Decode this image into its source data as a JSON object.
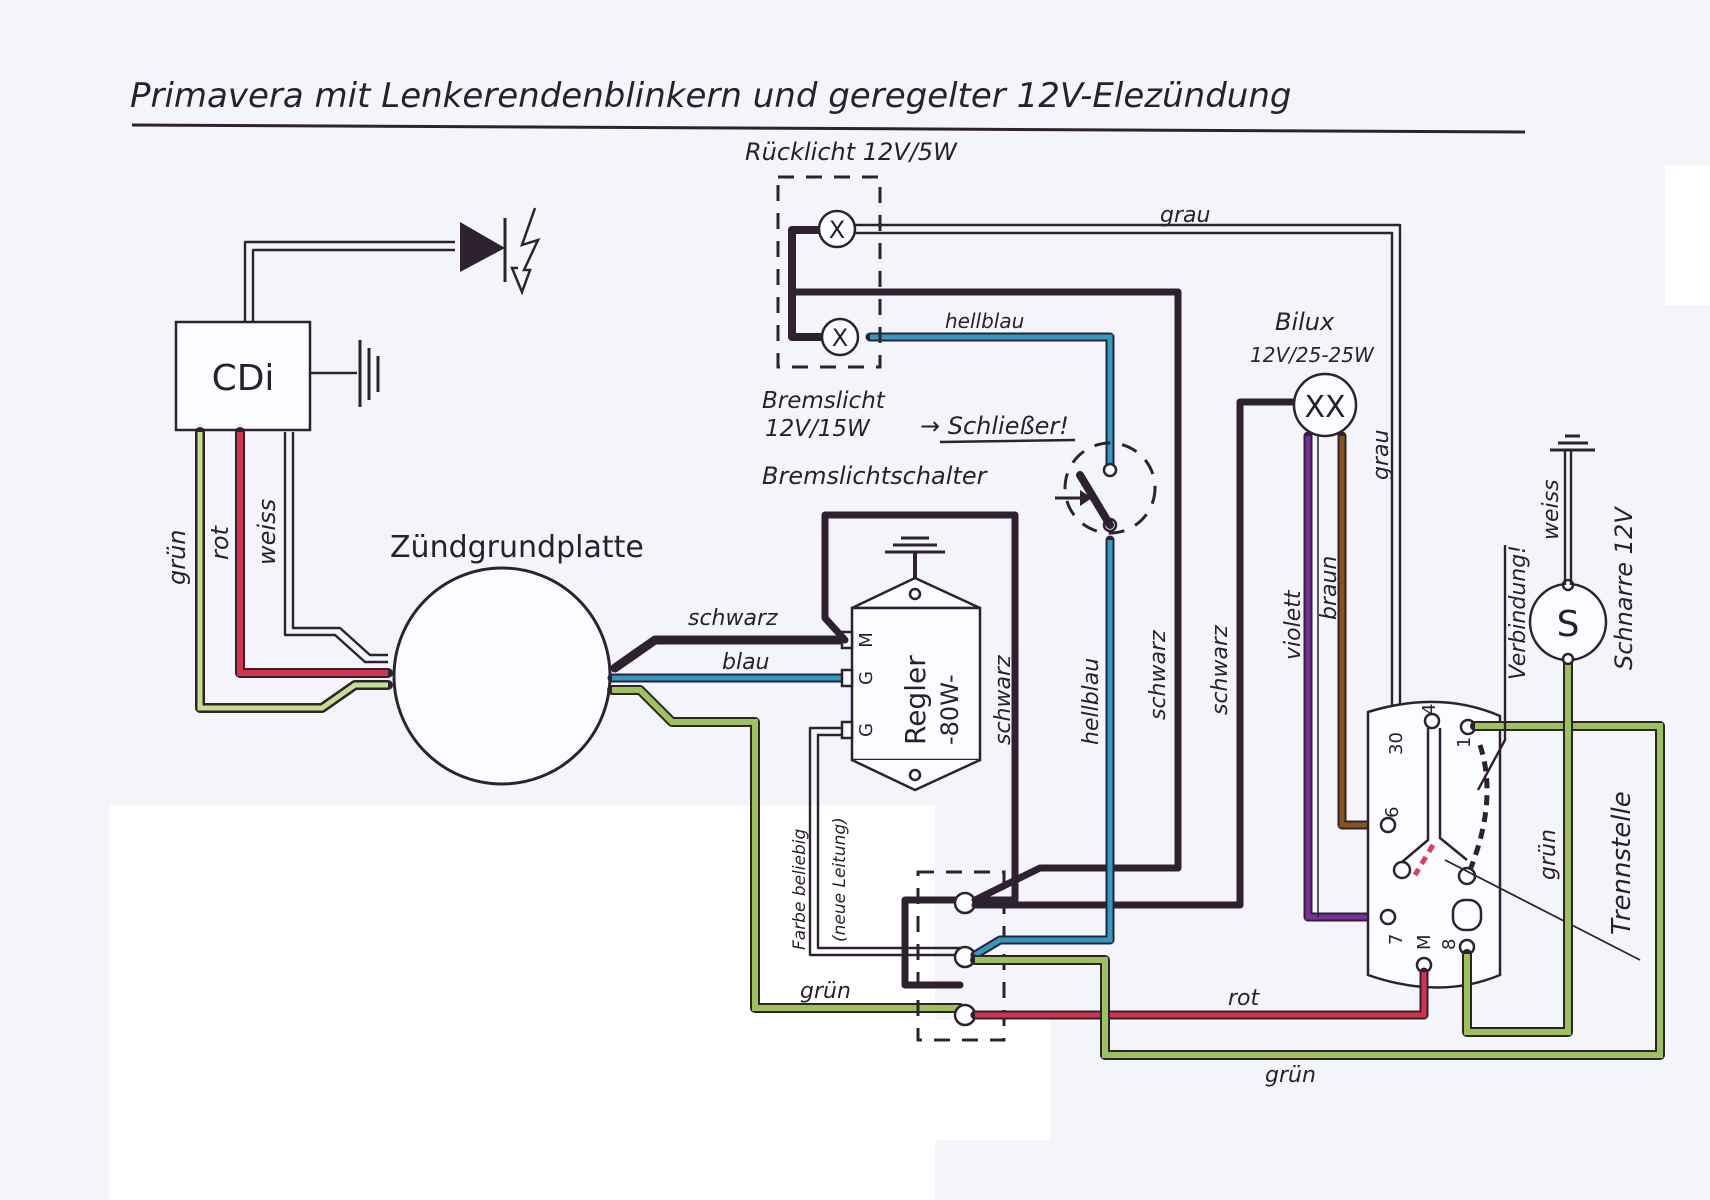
{
  "title": "Primavera mit Lenkerendenblinkern und geregelter 12V-Elezündung",
  "components": {
    "cdi": {
      "label": "CDi"
    },
    "ignition_plate": {
      "label": "Zündgrundplatte"
    },
    "tail_light": {
      "label": "Rücklicht 12V/5W"
    },
    "brake_light": {
      "label_line1": "Bremslicht",
      "label_line2": "12V/15W"
    },
    "brake_switch": {
      "label": "Bremslichtschalter",
      "note": "→ Schließer!"
    },
    "regulator": {
      "label": "Regler",
      "rating": "-80W-",
      "terminals": [
        "M",
        "G",
        "G"
      ]
    },
    "headlight": {
      "label": "Bilux",
      "rating": "12V/25-25W",
      "symbol": "XX"
    },
    "horn": {
      "label": "Schnarre 12V",
      "symbol": "S"
    },
    "switch": {
      "terminals": [
        "4",
        "30",
        "1",
        "6",
        "7",
        "M",
        "8"
      ]
    },
    "bulb_symbol": "X",
    "separation": "Trennstelle",
    "connection_note": "Verbindung!"
  },
  "wires": {
    "grun": "grün",
    "rot": "rot",
    "weiss": "weiss",
    "schwarz": "schwarz",
    "blau": "blau",
    "hellblau": "hellblau",
    "grau": "grau",
    "violett": "violett",
    "braun": "braun",
    "farbe_beliebig": "Farbe beliebig",
    "neue_leitung": "(neue Leitung)"
  },
  "colors": {
    "green": "#9cc25a",
    "red": "#d8314d",
    "blue": "#2f9bc4",
    "black": "#3a2a3e",
    "violet": "#7a2fa0",
    "brown": "#8a5418",
    "paper": "#f3f5fb"
  }
}
